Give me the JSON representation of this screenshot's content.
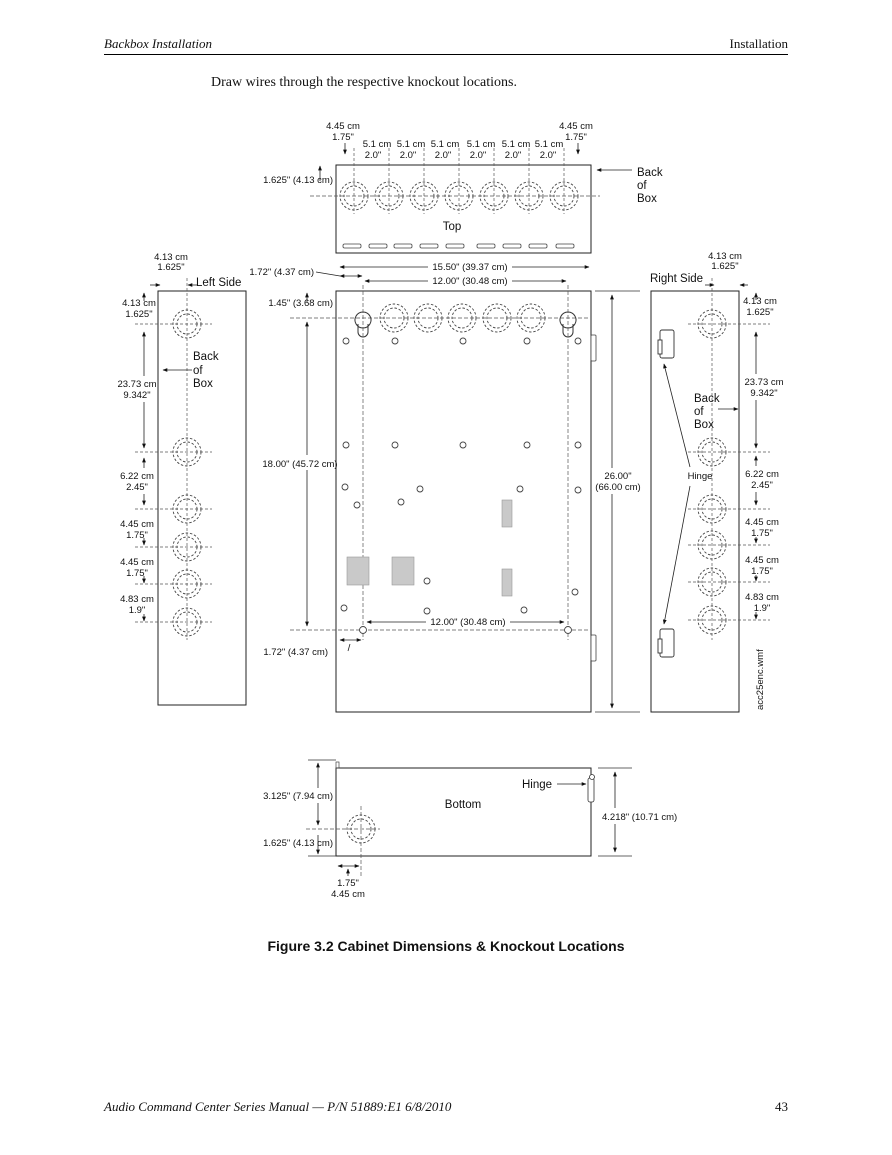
{
  "header": {
    "left": "Backbox Installation",
    "right": "Installation"
  },
  "intro": "Draw wires through the respective knockout locations.",
  "diagram": {
    "top": {
      "title": "Top",
      "back_of_box": [
        "Back",
        "of",
        "Box"
      ],
      "edge_cm": "4.45 cm",
      "edge_in": "1.75\"",
      "spacing_cm": "5.1 cm",
      "spacing_in": "2.0\"",
      "depth": "1.625\" (4.13 cm)"
    },
    "left": {
      "title": "Left Side",
      "back_of_box": [
        "Back",
        "of",
        "Box"
      ],
      "top_offset": [
        "4.13 cm",
        "1.625\""
      ],
      "depth": [
        "4.13 cm",
        "1.625\""
      ],
      "gaps": [
        [
          "23.73 cm",
          "9.342\""
        ],
        [
          "6.22 cm",
          "2.45\""
        ],
        [
          "4.45 cm",
          "1.75\""
        ],
        [
          "4.45 cm",
          "1.75\""
        ],
        [
          "4.83 cm",
          "1.9\""
        ]
      ]
    },
    "right": {
      "title": "Right Side",
      "back_of_box": [
        "Back",
        "of",
        "Box"
      ],
      "hinge": "Hinge",
      "top_offset": [
        "4.13 cm",
        "1.625\""
      ],
      "depth": [
        "4.13 cm",
        "1.625\""
      ],
      "gaps": [
        [
          "23.73 cm",
          "9.342\""
        ],
        [
          "6.22 cm",
          "2.45\""
        ],
        [
          "4.45 cm",
          "1.75\""
        ],
        [
          "4.45 cm",
          "1.75\""
        ],
        [
          "4.83 cm",
          "1.9\""
        ]
      ],
      "filename": "acc25enc.wmf"
    },
    "front": {
      "width_total": "15.50\" (39.37 cm)",
      "width_holes": "12.00\" (30.48 cm)",
      "left_offset_top": "1.72\" (4.37 cm)",
      "top_offset": "1.45\" (3.68 cm)",
      "height_holes": "18.00\" (45.72 cm)",
      "height_total": [
        "26.00\"",
        "(66.00 cm)"
      ],
      "bottom_holes": "12.00\" (30.48 cm)",
      "left_offset_bottom": "1.72\" (4.37 cm)"
    },
    "bottom": {
      "title": "Bottom",
      "hinge": "Hinge",
      "depth": "3.125\" (7.94 cm)",
      "ko_offset": "1.625\" (4.13 cm)",
      "height": "4.218\" (10.71 cm)",
      "edge": [
        "1.75\"",
        "4.45 cm"
      ]
    }
  },
  "caption": "Figure 3.2  Cabinet Dimensions & Knockout Locations",
  "footer": {
    "left": "Audio Command Center Series Manual — P/N 51889:E1  6/8/2010",
    "right": "43"
  }
}
